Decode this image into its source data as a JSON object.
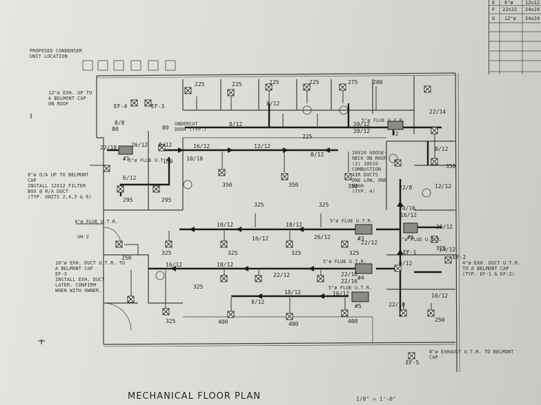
{
  "drawing": {
    "title": "MECHANICAL FLOOR PLAN",
    "scale": "1/8\" = 1'-0\""
  },
  "schedule_table": {
    "rows": [
      {
        "tag": "E",
        "size": "6\"ø",
        "extra": "12x12"
      },
      {
        "tag": "F",
        "size": "22x22",
        "extra": "24x24"
      },
      {
        "tag": "G",
        "size": "12\"ø",
        "extra": "24x24"
      }
    ]
  },
  "notes": {
    "condenser": "PROPOSED CONDENSER\nUNIT LOCATION",
    "exhaust_cap": "12\"ø EXH. UP TO\nA BELMONT CAP\nON ROOF",
    "undercut": "UNDERCUT\nDOOR (TYP.)",
    "return_air": "8\"ø O/A UP TO BELMONT\nCAP\nINSTALL 12X12 FILTER\nBOX @ R/A DUCT\n(TYP. UNITS 2,4,5 & 6)",
    "gooseneck": "20X10 GOOSE-\nNECK ON ROOF\n(2) 10X10\nCOMBUSTION\nAIR DUCTS\nONE LOW, ONE\nHIGH\n(TYP. 4)",
    "exh_duct_left": "10\"ø EXH. DUCT U.T.R. TO\nA BELMONT CAP\nEF-3\nINSTALL EXH. DUCT\nLATER. CONFIRM\nWHEN WITH OWNER.",
    "exh_duct_right": "4\"ø EXH. DUCT U.T.R.\nTO A BELMONT CAP\n(TYP. EF-1 & EF-2)",
    "exhaust_bottom": "8\"ø EXHAUST U.T.R. TO BELMONT\nCAP",
    "uh2": "UH-2",
    "flue_uh": "4\"ø FLUE U.T.R."
  },
  "equipment": {
    "ef4": "EF-4",
    "ef3": "EF-3",
    "ef2": "EF-2",
    "ef1": "EF-1",
    "ef5": "EF-5",
    "unit1": "#1",
    "unit2": "#2",
    "unit3": "#3",
    "unit4": "#4",
    "unit5": "#5",
    "unit6": "#6"
  },
  "flue_labels": {
    "f1": "5\"ø FLUE U.T.R.",
    "f2": "5\"ø FLUE U.T.R.",
    "f3": "5\"ø FLUE U.T.R.",
    "f4": "5\"ø FLUE U.T.R.",
    "f5": "5\"ø FLUE U.T.R.",
    "f6": "5\"ø FLUE U.T.R."
  },
  "duct_sizes": {
    "d1": "8/12",
    "d2": "8/12",
    "d3": "20/12",
    "d4": "22/14",
    "d5": "16/12",
    "d6": "12/12",
    "d7": "8/12",
    "d8": "10/10",
    "d9": "22/18",
    "d10": "26/12",
    "d11": "8/12",
    "d12": "6/12",
    "d13": "8/12",
    "d14": "12/12",
    "d15": "22/8",
    "d16": "24/16",
    "d17": "16/12",
    "d18": "10/12",
    "d19": "18/12",
    "d20": "16/12",
    "d21": "26/12",
    "d22": "22/12",
    "d23": "26/12",
    "d24": "14/12",
    "d25": "16/12",
    "d26": "18/12",
    "d27": "22/12",
    "d28": "22/16",
    "d29": "16/12",
    "d30": "18/12",
    "d31": "8/12",
    "d32": "22/16",
    "d33": "10/12",
    "d34": "22/18",
    "d35": "20/12",
    "d36": "6/12"
  },
  "cfm_labels": {
    "c1": "225",
    "c2": "225",
    "c3": "225",
    "c4": "225",
    "c5": "275",
    "c6": "200",
    "c7": "225",
    "c8": "350",
    "c9": "350",
    "c10": "350",
    "c11": "350",
    "c12": "295",
    "c13": "295",
    "c14": "325",
    "c15": "325",
    "c16": "325",
    "c17": "325",
    "c18": "325",
    "c19": "325",
    "c20": "325",
    "c21": "250",
    "c22": "325",
    "c23": "400",
    "c24": "400",
    "c25": "400",
    "c26": "325",
    "c27": "250",
    "c28": "150",
    "c29": "80",
    "c30": "80",
    "c31": "8/8"
  }
}
